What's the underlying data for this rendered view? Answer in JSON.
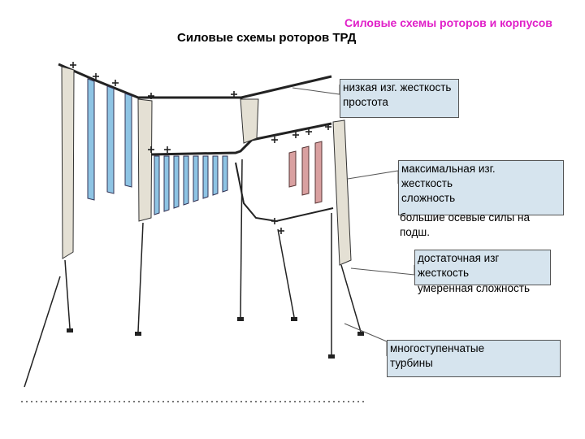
{
  "header": {
    "top_title": "Силовые схемы роторов и корпусов",
    "main_title": "Силовые схемы роторов ТРД"
  },
  "callouts": [
    {
      "lines": [
        "низкая изг. жесткость",
        "простота"
      ]
    },
    {
      "lines": [
        "максимальная изг.",
        "жесткость",
        "сложность",
        "большие осевые силы на",
        "подш."
      ]
    },
    {
      "lines": [
        "достаточная изг",
        "жесткость",
        "умеренная сложность"
      ]
    },
    {
      "lines": [
        "многоступенчатые",
        "турбины"
      ]
    }
  ],
  "colors": {
    "compressor_blade": "#8ec4e4",
    "turbine_blade": "#d9a0a0",
    "disk": "#e4e0d4",
    "callout_bg": "#d6e4ee",
    "title_accent": "#e020c8"
  }
}
